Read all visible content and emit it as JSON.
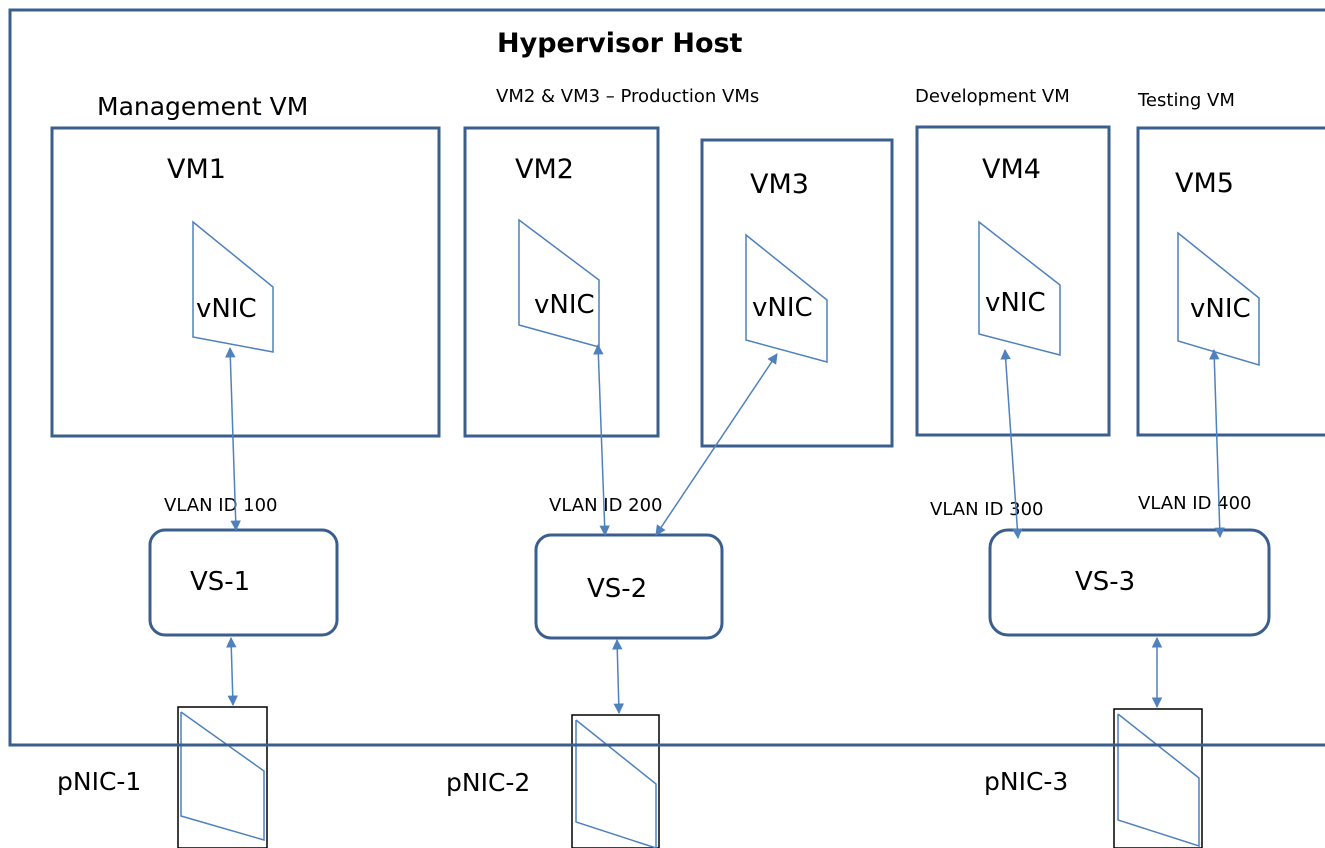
{
  "host": {
    "title": "Hypervisor Host"
  },
  "groups": {
    "management": "Management VM",
    "production": "VM2  & VM3 – Production VMs",
    "development": "Development VM",
    "testing": "Testing  VM"
  },
  "vms": [
    {
      "name": "VM1",
      "nic": "vNIC"
    },
    {
      "name": "VM2",
      "nic": "vNIC"
    },
    {
      "name": "VM3",
      "nic": "vNIC"
    },
    {
      "name": "VM4",
      "nic": "vNIC"
    },
    {
      "name": "VM5",
      "nic": "vNIC"
    }
  ],
  "vlans": [
    "VLAN ID 100",
    "VLAN ID 200",
    "VLAN ID 300",
    "VLAN ID 400"
  ],
  "switches": [
    "VS-1",
    "VS-2",
    "VS-3"
  ],
  "pnics": [
    "pNIC-1",
    "pNIC-2",
    "pNIC-3"
  ],
  "colors": {
    "border": "#3a5f8f",
    "link": "#4f81bd"
  }
}
